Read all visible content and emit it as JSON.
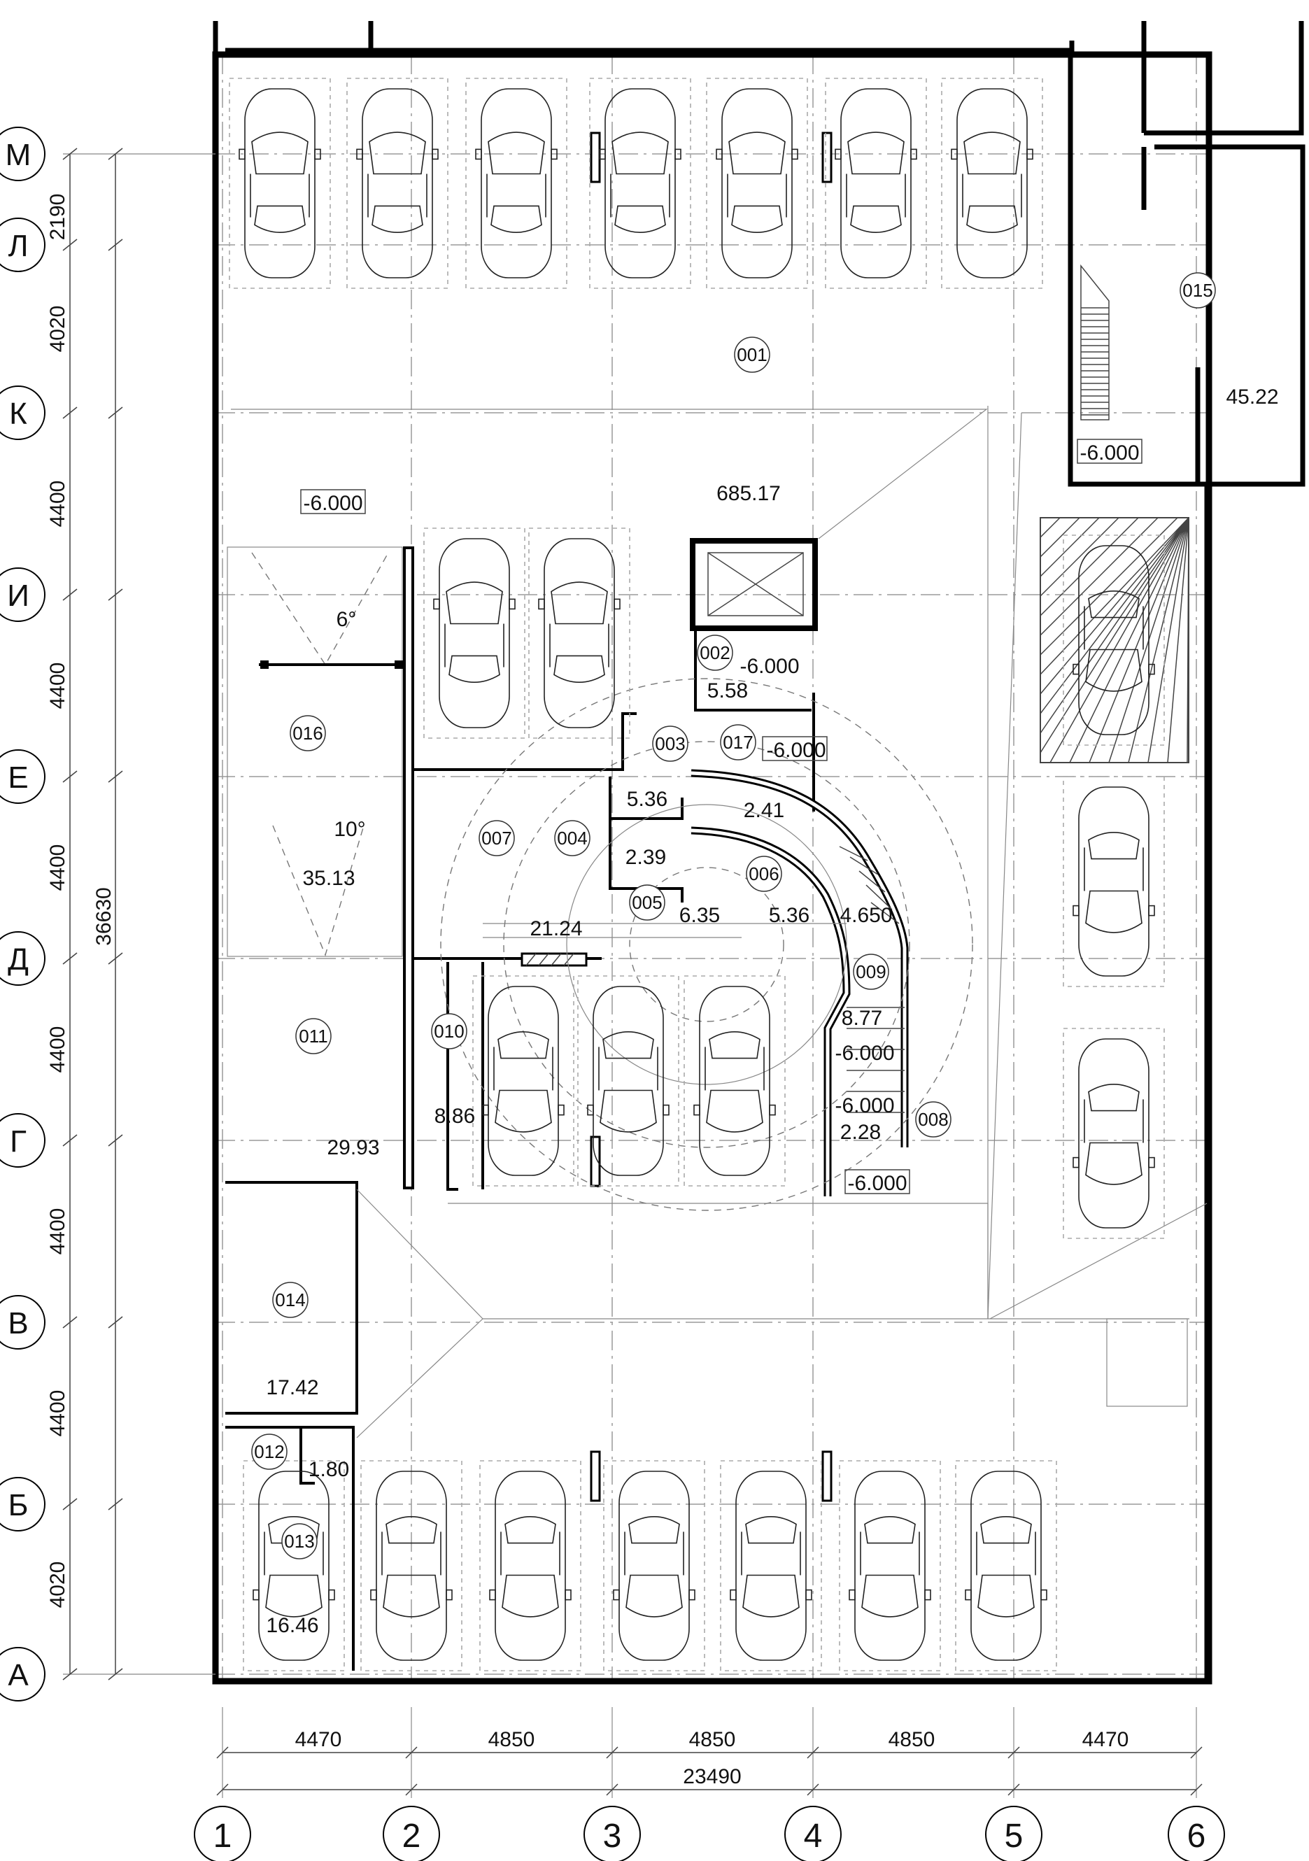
{
  "axes": {
    "letters": [
      "М",
      "Л",
      "К",
      "И",
      "Е",
      "Д",
      "Г",
      "В",
      "Б",
      "А"
    ],
    "numbers": [
      "1",
      "2",
      "3",
      "4",
      "5",
      "6"
    ]
  },
  "dimensions": {
    "left": [
      "2190",
      "4020",
      "4400",
      "4400",
      "4400",
      "4400",
      "4400",
      "4400",
      "4020"
    ],
    "total_vertical": "36630",
    "bottom": [
      "4470",
      "4850",
      "4850",
      "4850",
      "4470"
    ],
    "total_horizontal": "23490"
  },
  "rooms": [
    {
      "num": "001"
    },
    {
      "num": "002"
    },
    {
      "num": "003"
    },
    {
      "num": "004"
    },
    {
      "num": "005"
    },
    {
      "num": "006"
    },
    {
      "num": "007"
    },
    {
      "num": "008"
    },
    {
      "num": "009"
    },
    {
      "num": "010"
    },
    {
      "num": "011"
    },
    {
      "num": "012"
    },
    {
      "num": "013"
    },
    {
      "num": "014"
    },
    {
      "num": "015"
    },
    {
      "num": "016"
    },
    {
      "num": "017"
    }
  ],
  "areas": {
    "a001": "685.17",
    "a002": "5.58",
    "a004": "5.36",
    "a005": "2.39",
    "a005b": "6.35",
    "a006": "5.36",
    "a017": "2.41",
    "a007": "21.24",
    "a009": "8.77",
    "a008": "2.28",
    "a010": "8.86",
    "a011": "29.93",
    "a014": "17.42",
    "a012": "1.80",
    "a013": "16.46",
    "a015": "45.22",
    "a016": "35.13",
    "a_stair": "4.650"
  },
  "levels": {
    "l1": "-6.000",
    "l2": "-6.000",
    "l3": "-6.000",
    "l4": "-6.000",
    "l5": "-6.000",
    "l6": "-6.000",
    "l7": "-6.000"
  },
  "slopes": {
    "s1": "6°",
    "s2": "10°"
  }
}
